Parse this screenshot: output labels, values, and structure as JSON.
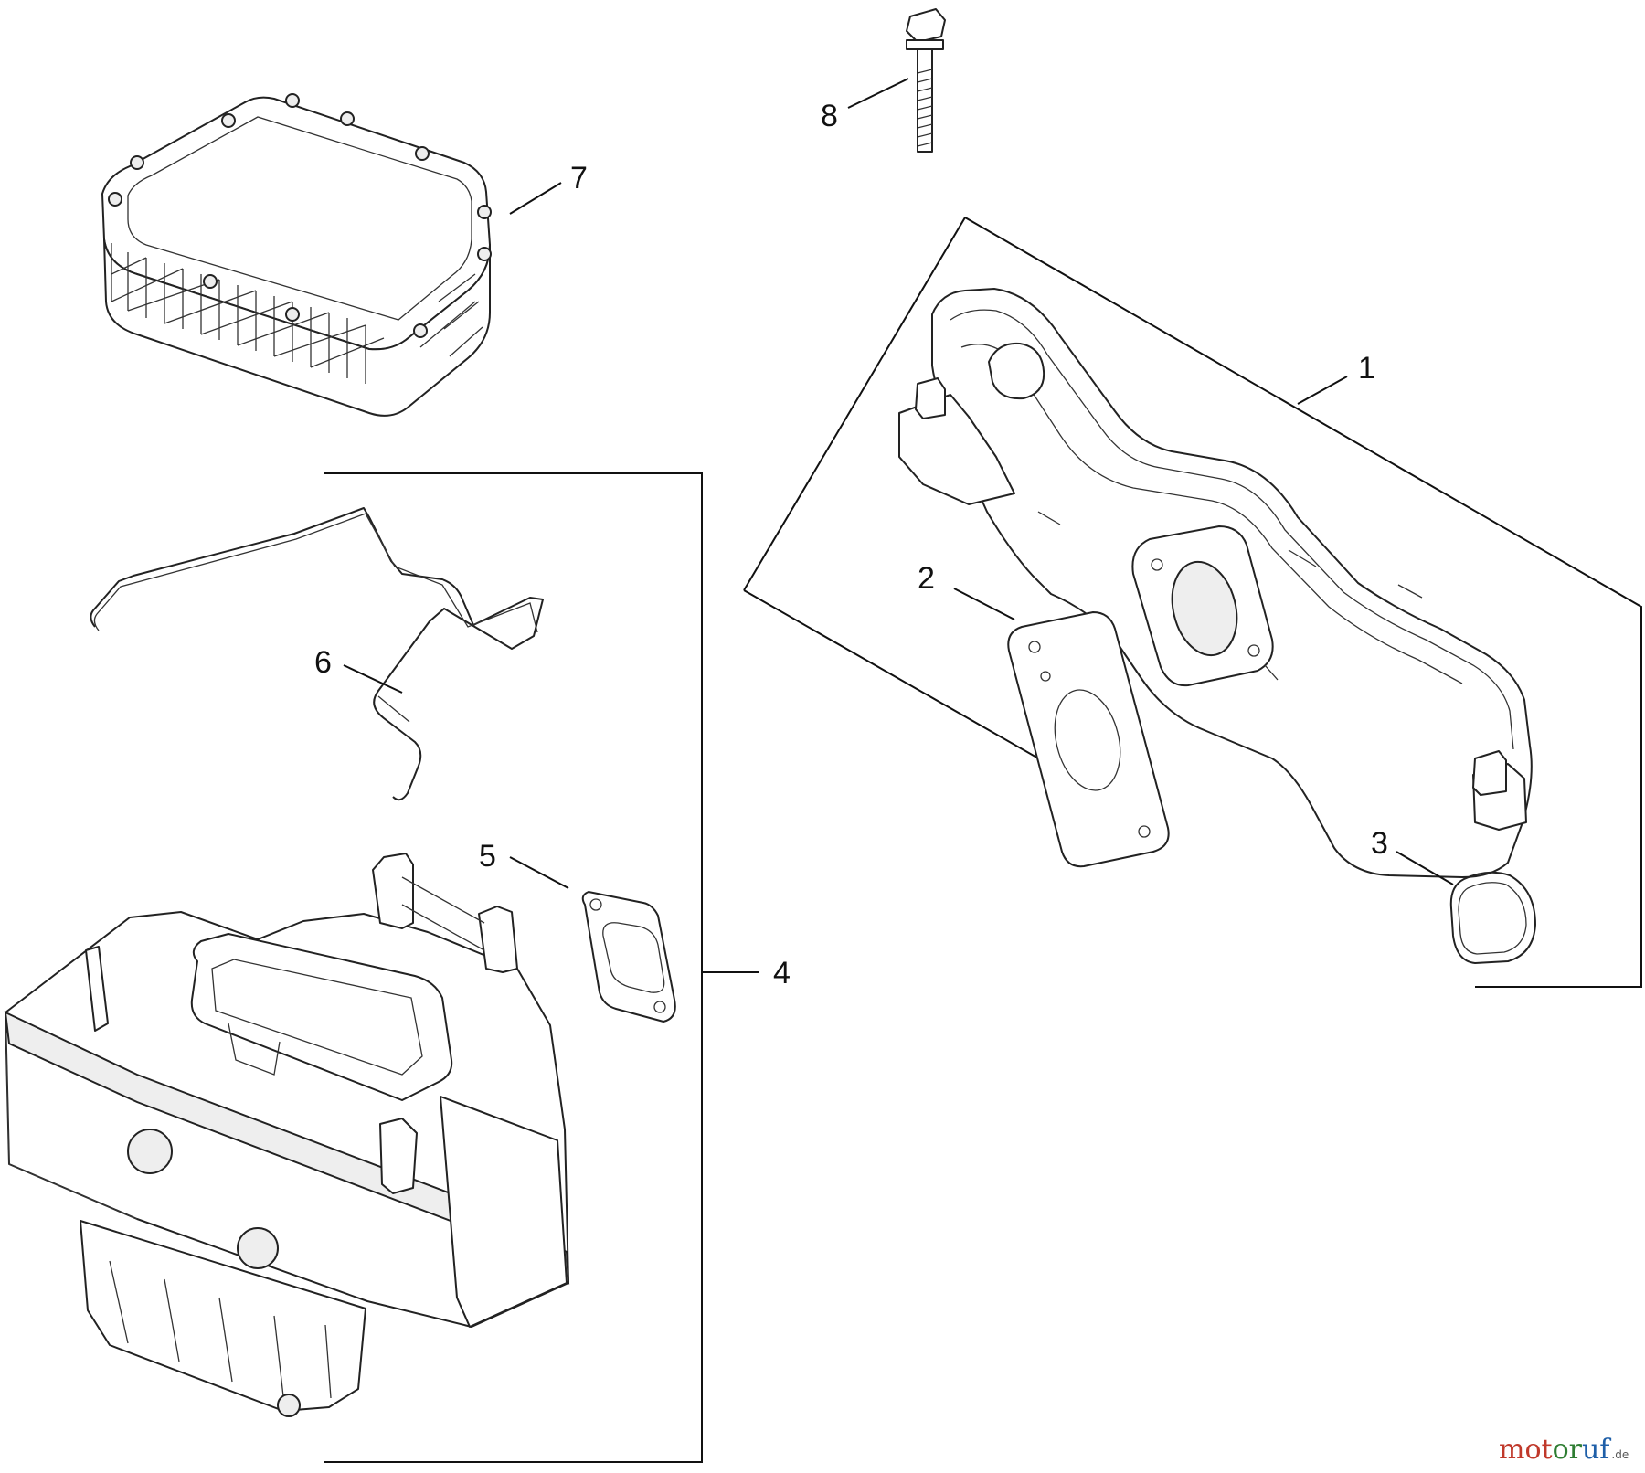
{
  "diagram": {
    "callouts": {
      "c1": "1",
      "c2": "2",
      "c3": "3",
      "c4": "4",
      "c5": "5",
      "c6": "6",
      "c7": "7",
      "c8": "8"
    }
  },
  "watermark": {
    "text": "motoruf",
    "tld": ".de"
  }
}
